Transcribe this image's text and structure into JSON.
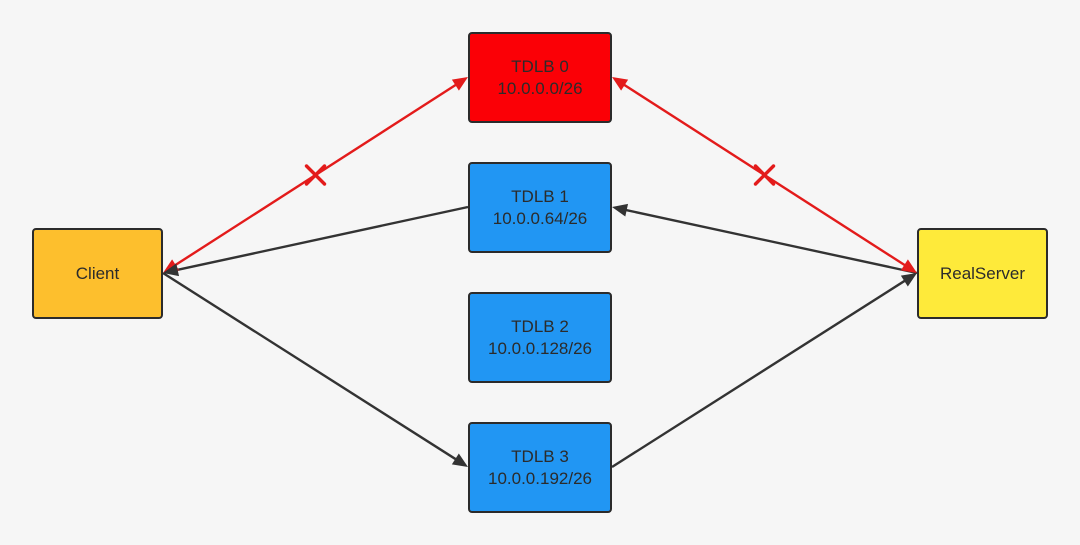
{
  "nodes": {
    "client": {
      "label": "Client",
      "color": "#fdbf2d"
    },
    "realserver": {
      "label": "RealServer",
      "color": "#feea3a"
    },
    "tdlb0": {
      "name": "TDLB 0",
      "subnet": "10.0.0.0/26",
      "color": "#fb0006",
      "state": "failed"
    },
    "tdlb1": {
      "name": "TDLB 1",
      "subnet": "10.0.0.64/26",
      "color": "#2196f3"
    },
    "tdlb2": {
      "name": "TDLB 2",
      "subnet": "10.0.0.128/26",
      "color": "#2196f3"
    },
    "tdlb3": {
      "name": "TDLB 3",
      "subnet": "10.0.0.192/26",
      "color": "#2196f3"
    }
  },
  "connections": [
    {
      "from": "client",
      "to": "tdlb0",
      "direction": "both",
      "color": "#e31b1b",
      "broken": true
    },
    {
      "from": "tdlb0",
      "to": "realserver",
      "direction": "both",
      "color": "#e31b1b",
      "broken": true
    },
    {
      "from": "tdlb1",
      "to": "client",
      "direction": "forward",
      "color": "#333333",
      "broken": false
    },
    {
      "from": "realserver",
      "to": "tdlb1",
      "direction": "forward",
      "color": "#333333",
      "broken": false
    },
    {
      "from": "client",
      "to": "tdlb3",
      "direction": "forward",
      "color": "#333333",
      "broken": false
    },
    {
      "from": "tdlb3",
      "to": "realserver",
      "direction": "forward",
      "color": "#333333",
      "broken": false
    }
  ],
  "marker_icon": "cross-icon"
}
